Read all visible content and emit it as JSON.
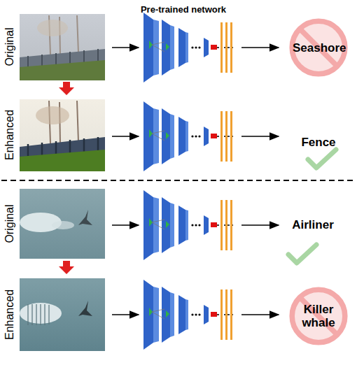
{
  "diagram": {
    "nodes": [
      {
        "text": [
          "Seashore"
        ]
      },
      {
        "text": [
          "Killer whale"
        ]
      }
    ],
    "labels": [
      "Pre-trained network",
      "Original",
      "Enhanced",
      "Fence",
      "Original",
      "Airliner",
      "Enhanced"
    ]
  }
}
